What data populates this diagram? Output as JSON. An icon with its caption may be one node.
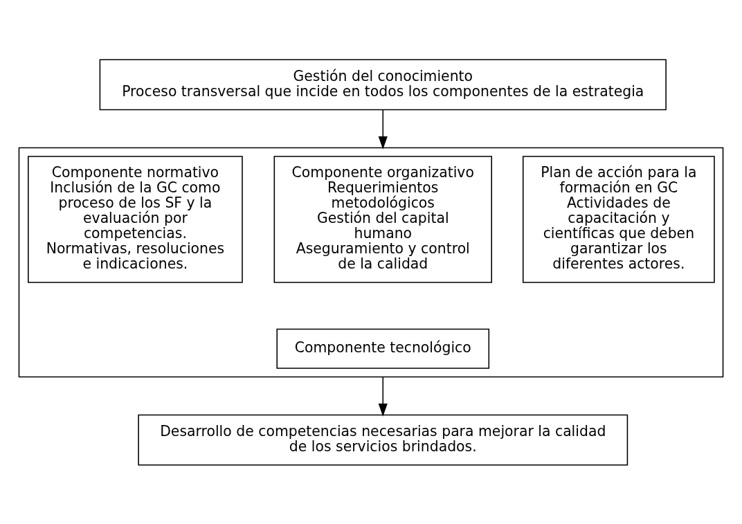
{
  "diagram": {
    "nodes": [
      {
        "text": [
          "Gestión del conocimiento",
          "Proceso transversal que incide en todos los componentes de la estrategia"
        ]
      },
      {
        "text": [],
        "shape": "box"
      },
      {
        "text": [
          "Componente normativo",
          "Inclusión de la GC como proceso de los SF y la evaluación por competencias. Normativas, resoluciones e indicaciones."
        ],
        "in": 1
      },
      {
        "text": [
          "Componente organizativo",
          "Requerimientos metodológicos",
          "Gestión del capital humano",
          "Aseguramiento y control de la calidad"
        ],
        "in": 1
      },
      {
        "text": [
          "Plan de acción para la formación en GC",
          "Actividades de capacitación y científicas que deben garantizar los diferentes actores."
        ],
        "in": 1
      },
      {
        "text": [
          "Componente tecnológico"
        ],
        "in": 1
      },
      {
        "text": [
          "Desarrollo de competencias necesarias para mejorar la calidad de los servicios brindados."
        ]
      }
    ],
    "edges": [
      {
        "from": 0,
        "to": 1,
        "arrow": "to"
      },
      {
        "from": 1,
        "to": 6,
        "arrow": "to"
      }
    ]
  }
}
